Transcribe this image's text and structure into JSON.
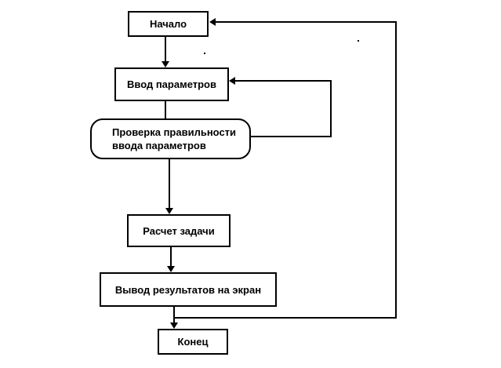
{
  "diagram": {
    "nodes": [
      {
        "id": "start",
        "label": "Начало"
      },
      {
        "id": "input",
        "label": "Ввод параметров"
      },
      {
        "id": "check",
        "label": "Проверка правильности\nввода параметров"
      },
      {
        "id": "compute",
        "label": "Расчет задачи"
      },
      {
        "id": "output",
        "label": "Вывод результатов на экран"
      },
      {
        "id": "end",
        "label": "Конец"
      }
    ],
    "edges": [
      {
        "from": "start",
        "to": "input"
      },
      {
        "from": "input",
        "to": "check"
      },
      {
        "from": "check",
        "to": "input"
      },
      {
        "from": "check",
        "to": "compute"
      },
      {
        "from": "compute",
        "to": "output"
      },
      {
        "from": "output",
        "to": "end"
      },
      {
        "from": "output",
        "to": "start"
      }
    ]
  }
}
